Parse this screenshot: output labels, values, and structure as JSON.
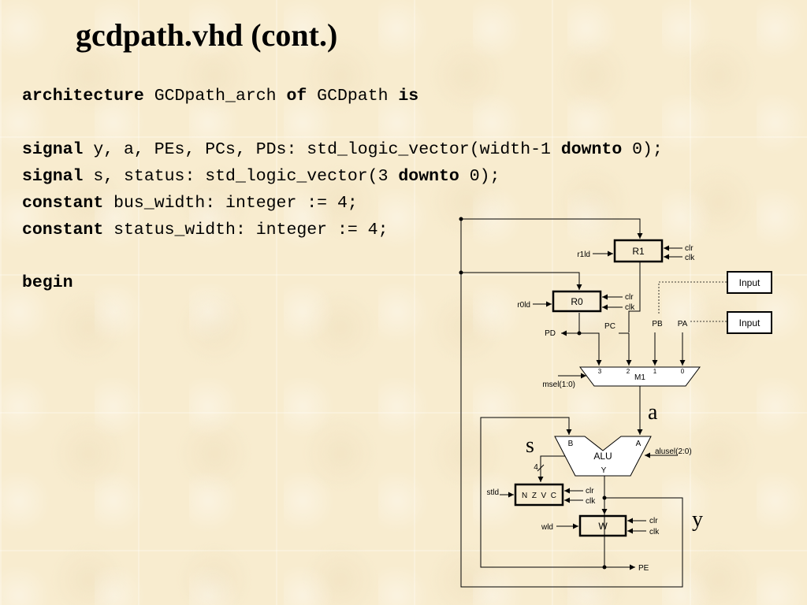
{
  "title": "gcdpath.vhd (cont.)",
  "code": {
    "line1": {
      "k1": "architecture",
      "t1": " GCDpath_arch ",
      "k2": "of",
      "t2": " GCDpath ",
      "k3": "is"
    },
    "line2": {
      "k1": "signal",
      "t1": " y, a, PEs, PCs, PDs: std_logic_vector(width-1 ",
      "k2": "downto",
      "t2": " 0);"
    },
    "line3": {
      "k1": "signal",
      "t1": " s, status: std_logic_vector(3 ",
      "k2": "downto",
      "t2": " 0);"
    },
    "line4": {
      "k1": "constant",
      "t1": " bus_width: integer := 4;"
    },
    "line5": {
      "k1": "constant",
      "t1": " status_width: integer := 4;"
    },
    "line6": {
      "k1": "begin"
    }
  },
  "diagram": {
    "r1": {
      "name": "R1",
      "load": "r1ld",
      "clr": "clr",
      "clk": "clk"
    },
    "r0": {
      "name": "R0",
      "load": "r0ld",
      "clr": "clr",
      "clk": "clk"
    },
    "input_top": "Input",
    "input_bottom": "Input",
    "pd": "PD",
    "pc": "PC",
    "pb": "PB",
    "pa": "PA",
    "mux": {
      "name": "M1",
      "in3": "3",
      "in2": "2",
      "in1": "1",
      "in0": "0",
      "sel": "msel(1:0)"
    },
    "alu": {
      "name": "ALU",
      "b": "B",
      "a": "A",
      "y": "Y",
      "sel": "alusel(2:0)"
    },
    "status": {
      "name": "N  Z  V  C",
      "load": "stld",
      "clr": "clr",
      "clk": "clk",
      "width": "4"
    },
    "w": {
      "name": "W",
      "load": "wld",
      "clr": "clr",
      "clk": "clk"
    },
    "pe": "PE",
    "label_a": "a",
    "label_s": "s",
    "label_y": "y"
  }
}
